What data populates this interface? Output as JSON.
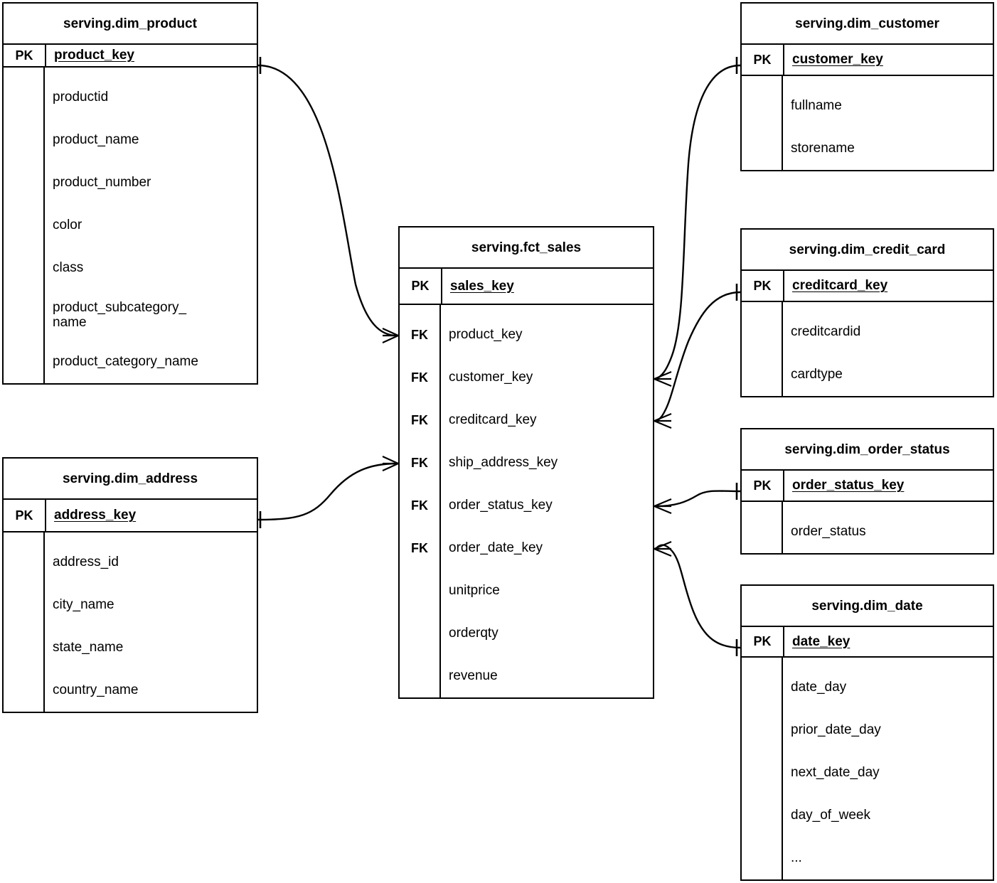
{
  "diagram": {
    "type": "entity-relationship-diagram",
    "notation": "crow's foot",
    "background": "#ffffff",
    "line_color": "#000000"
  },
  "entities": [
    {
      "id": "dim_product",
      "title": "serving.dim_product",
      "pk_label": "PK",
      "pk_field": "product_key",
      "fields": [
        "productid",
        "product_name",
        "product_number",
        "color",
        "class",
        "product_subcategory_\nname",
        "product_category_name"
      ]
    },
    {
      "id": "dim_address",
      "title": "serving.dim_address",
      "pk_label": "PK",
      "pk_field": "address_key",
      "fields": [
        "address_id",
        "city_name",
        "state_name",
        "country_name"
      ]
    },
    {
      "id": "fct_sales",
      "title": "serving.fct_sales",
      "pk_label": "PK",
      "pk_field": "sales_key",
      "fk_label": "FK",
      "rows": [
        {
          "key": "FK",
          "name": "product_key"
        },
        {
          "key": "FK",
          "name": "customer_key"
        },
        {
          "key": "FK",
          "name": "creditcard_key"
        },
        {
          "key": "FK",
          "name": "ship_address_key"
        },
        {
          "key": "FK",
          "name": "order_status_key"
        },
        {
          "key": "FK",
          "name": "order_date_key"
        },
        {
          "key": "",
          "name": "unitprice"
        },
        {
          "key": "",
          "name": "orderqty"
        },
        {
          "key": "",
          "name": "revenue"
        }
      ]
    },
    {
      "id": "dim_customer",
      "title": "serving.dim_customer",
      "pk_label": "PK",
      "pk_field": "customer_key",
      "fields": [
        "fullname",
        "storename"
      ]
    },
    {
      "id": "dim_credit_card",
      "title": "serving.dim_credit_card",
      "pk_label": "PK",
      "pk_field": "creditcard_key",
      "fields": [
        "creditcardid",
        "cardtype"
      ]
    },
    {
      "id": "dim_order_status",
      "title": "serving.dim_order_status",
      "pk_label": "PK",
      "pk_field": "order_status_key",
      "fields": [
        "order_status"
      ]
    },
    {
      "id": "dim_date",
      "title": "serving.dim_date",
      "pk_label": "PK",
      "pk_field": "date_key",
      "fields": [
        "date_day",
        "prior_date_day",
        "next_date_day",
        "day_of_week",
        "..."
      ]
    }
  ],
  "relationships": [
    {
      "from": "dim_product.product_key",
      "to": "fct_sales.product_key",
      "from_cardinality": "one",
      "to_cardinality": "many"
    },
    {
      "from": "dim_address.address_key",
      "to": "fct_sales.ship_address_key",
      "from_cardinality": "one",
      "to_cardinality": "many"
    },
    {
      "from": "dim_customer.customer_key",
      "to": "fct_sales.customer_key",
      "from_cardinality": "one",
      "to_cardinality": "many"
    },
    {
      "from": "dim_credit_card.creditcard_key",
      "to": "fct_sales.creditcard_key",
      "from_cardinality": "one",
      "to_cardinality": "many"
    },
    {
      "from": "dim_order_status.order_status_key",
      "to": "fct_sales.order_status_key",
      "from_cardinality": "one",
      "to_cardinality": "many"
    },
    {
      "from": "dim_date.date_key",
      "to": "fct_sales.order_date_key",
      "from_cardinality": "one",
      "to_cardinality": "many"
    }
  ]
}
